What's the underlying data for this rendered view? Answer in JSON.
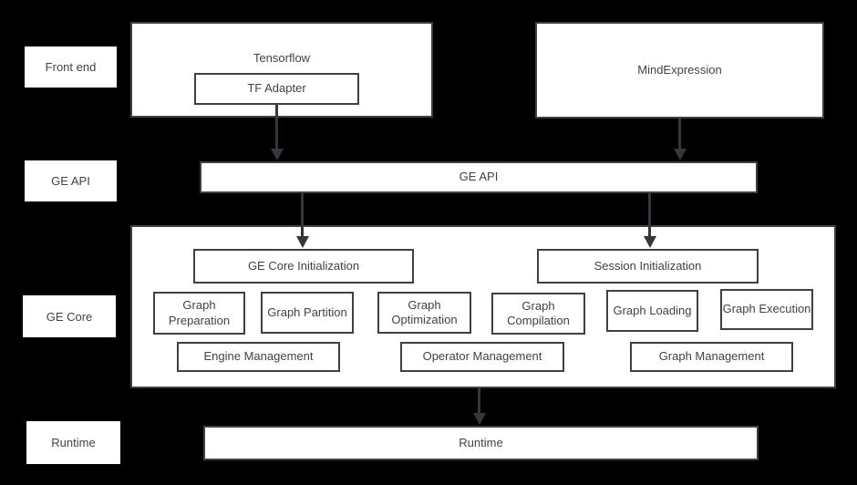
{
  "colors": {
    "background": "#000000",
    "box_fill": "#ffffff",
    "box_border": "#3d4045",
    "text": "#3f4347",
    "arrow": "#34383c"
  },
  "rows": {
    "front_end_label": "Front end",
    "ge_api_label": "GE API",
    "ge_core_label": "GE Core",
    "runtime_label": "Runtime"
  },
  "boxes": {
    "tensorflow": "Tensorflow",
    "tf_adapter": "TF Adapter",
    "mindexpression": "MindExpression",
    "ge_api": "GE API",
    "ge_core_initialization": "GE Core Initialization",
    "session_initialization": "Session Initialization",
    "functions": [
      "Graph Preparation",
      "Graph Partition",
      "Graph Optimization",
      "Graph Compilation",
      "Graph Loading",
      "Graph Execution"
    ],
    "management": [
      "Engine Management",
      "Operator Management",
      "Graph Management"
    ],
    "runtime": "Runtime"
  },
  "arrows": [
    {
      "from": "TF Adapter",
      "to": "GE API"
    },
    {
      "from": "MindExpression",
      "to": "GE API"
    },
    {
      "from": "GE API",
      "to": "GE Core Initialization"
    },
    {
      "from": "GE API",
      "to": "Session Initialization"
    },
    {
      "from": "GE Core",
      "to": "Runtime"
    }
  ]
}
